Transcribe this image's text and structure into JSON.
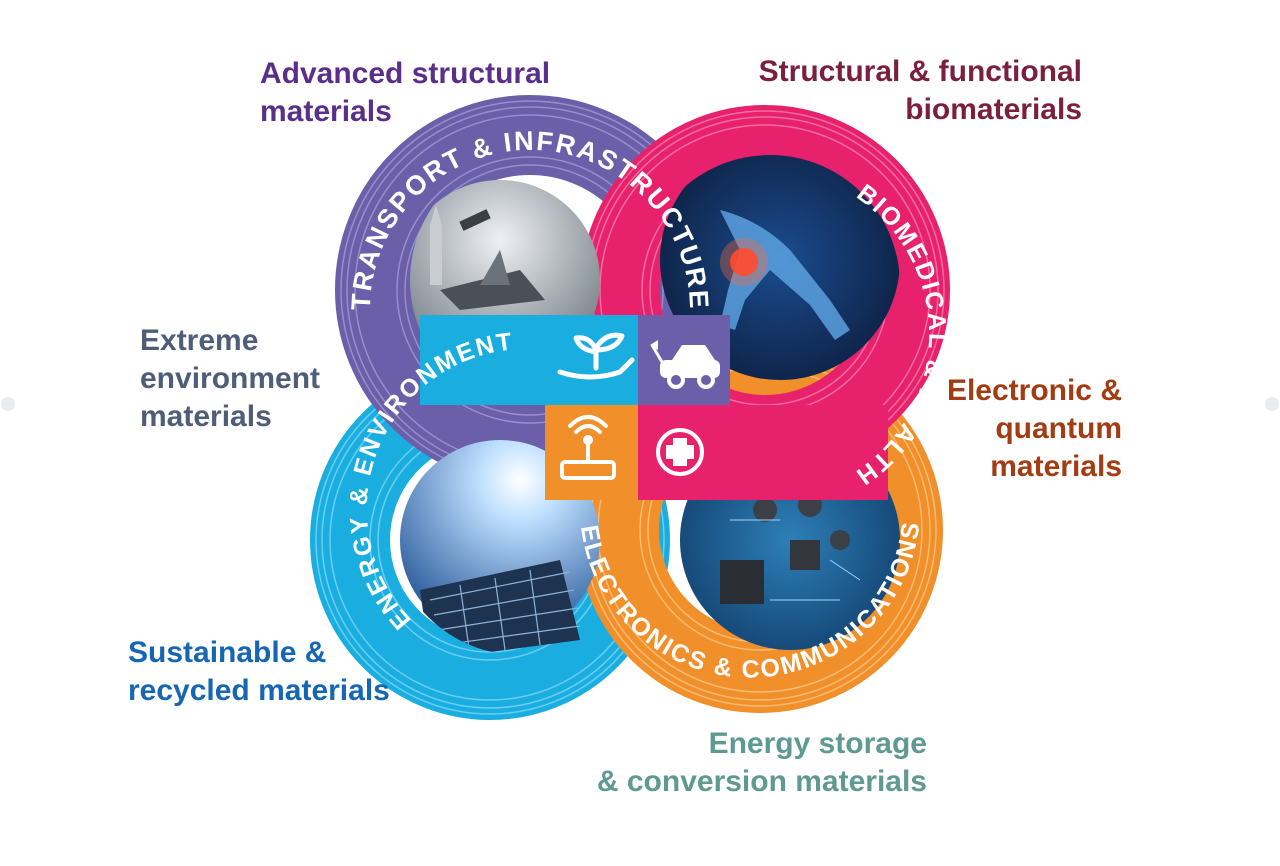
{
  "sectors": [
    {
      "id": "transport",
      "ring_label": "TRANSPORT & INFRASTRUCTURE",
      "color": "#6a5fa8"
    },
    {
      "id": "biomedical",
      "ring_label": "BIOMEDICAL & HEALTH",
      "color": "#e8216d"
    },
    {
      "id": "energy",
      "ring_label": "ENERGY & ENVIRONMENT",
      "color": "#1aaee0"
    },
    {
      "id": "electronics",
      "ring_label": "ELECTRONICS & COMMUNICATIONS",
      "color": "#f18f2a"
    }
  ],
  "material_labels": [
    {
      "id": "advanced-structural",
      "text": "Advanced structural\nmaterials",
      "color": "#5b2e8c"
    },
    {
      "id": "structural-functional-bio",
      "text": "Structural & functional\nbiomaterials",
      "color": "#7a1f3c"
    },
    {
      "id": "extreme-environment",
      "text": "Extreme\nenvironment\nmaterials",
      "color": "#4e5e78"
    },
    {
      "id": "electronic-quantum",
      "text": "Electronic &\nquantum\nmaterials",
      "color": "#a23c12"
    },
    {
      "id": "sustainable-recycled",
      "text": "Sustainable &\nrecycled materials",
      "color": "#1766b4"
    },
    {
      "id": "energy-storage",
      "text": "Energy storage\n& conversion materials",
      "color": "#5f9a92"
    }
  ],
  "icons": [
    {
      "id": "plant-in-hand",
      "name": "plant-in-hand-icon"
    },
    {
      "id": "electric-car",
      "name": "electric-car-icon"
    },
    {
      "id": "wifi-router",
      "name": "wifi-router-icon"
    },
    {
      "id": "medical-cross",
      "name": "medical-cross-icon"
    }
  ]
}
